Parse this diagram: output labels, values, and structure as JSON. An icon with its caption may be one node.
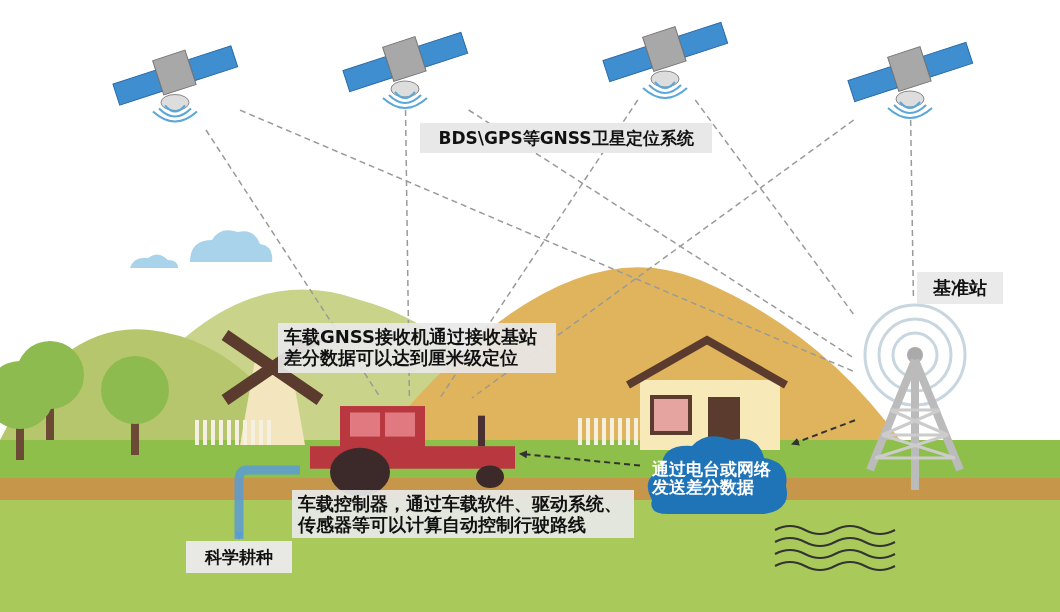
{
  "diagram": {
    "nodes": [
      {
        "text": [],
        "shape": "picture"
      },
      {
        "text": [],
        "shape": "picture"
      },
      {
        "text": [],
        "shape": "picture"
      },
      {
        "text": [],
        "shape": "picture"
      },
      {
        "text": [],
        "shape": "picture",
        "beside": [
          "基准站"
        ]
      },
      {
        "text": [],
        "shape": "picture",
        "beside": [
          "车载GNSS接收机通过接收基站差分数据可以达到厘米级定位",
          "车载控制器，通过车载软件、驱动系统、传感器等可以计算自动控制行驶路线"
        ]
      },
      {
        "text": [
          "通过电台或网络发送差分数据"
        ]
      },
      {
        "text": [
          "科学耕种"
        ]
      }
    ],
    "edges": [
      {
        "from": 0,
        "to": 5,
        "arrow": "none",
        "style": "dashed"
      },
      {
        "from": 0,
        "to": 4,
        "arrow": "none",
        "style": "dashed"
      },
      {
        "from": 1,
        "to": 5,
        "arrow": "none",
        "style": "dashed"
      },
      {
        "from": 1,
        "to": 4,
        "arrow": "none",
        "style": "dashed"
      },
      {
        "from": 2,
        "to": 5,
        "arrow": "none",
        "style": "dashed"
      },
      {
        "from": 2,
        "to": 4,
        "arrow": "none",
        "style": "dashed"
      },
      {
        "from": 3,
        "to": 5,
        "arrow": "none",
        "style": "dashed"
      },
      {
        "from": 3,
        "to": 4,
        "arrow": "none",
        "style": "dashed"
      },
      {
        "from": 4,
        "to": 6,
        "arrow": "to",
        "style": "dashed",
        "color": "#333333"
      },
      {
        "from": 6,
        "to": 5,
        "arrow": "to",
        "style": "dashed",
        "color": "#333333"
      },
      {
        "from": 5,
        "to": 7,
        "arrow": "to",
        "style": "thick",
        "color": "#5b9bd5"
      }
    ],
    "labels": [
      "BDS\\GPS等GNSS卫星定位系统"
    ]
  }
}
